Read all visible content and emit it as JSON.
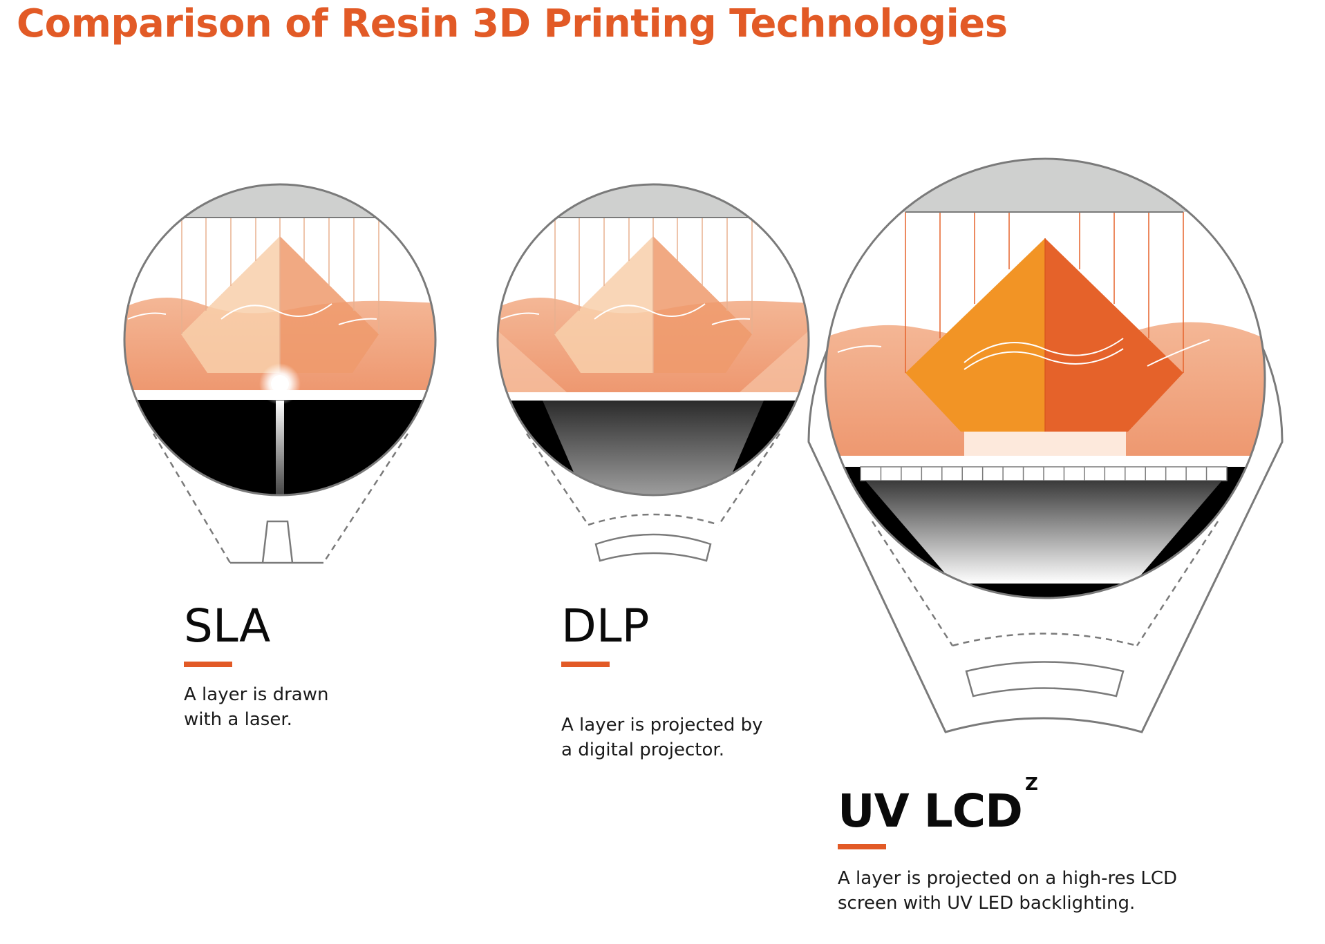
{
  "title": "Comparison of Resin 3D Printing Technologies",
  "colors": {
    "accent": "#e25a26",
    "resin": "#f1a27c",
    "resin_light": "#f7c4a6",
    "platform": "#cfd0cf",
    "part_bright": "#f29425",
    "part_dark": "#e5622a",
    "outline": "#7a7a7a"
  },
  "technologies": [
    {
      "name": "SLA",
      "description_line1": "A layer is drawn",
      "description_line2": "with a laser."
    },
    {
      "name": "DLP",
      "description_line1": "A layer is projected by",
      "description_line2": "a digital projector."
    },
    {
      "name": "UV LCD",
      "superscript": "Z",
      "description_line1": "A layer is projected on a high-res LCD",
      "description_line2": "screen with UV LED backlighting."
    }
  ]
}
